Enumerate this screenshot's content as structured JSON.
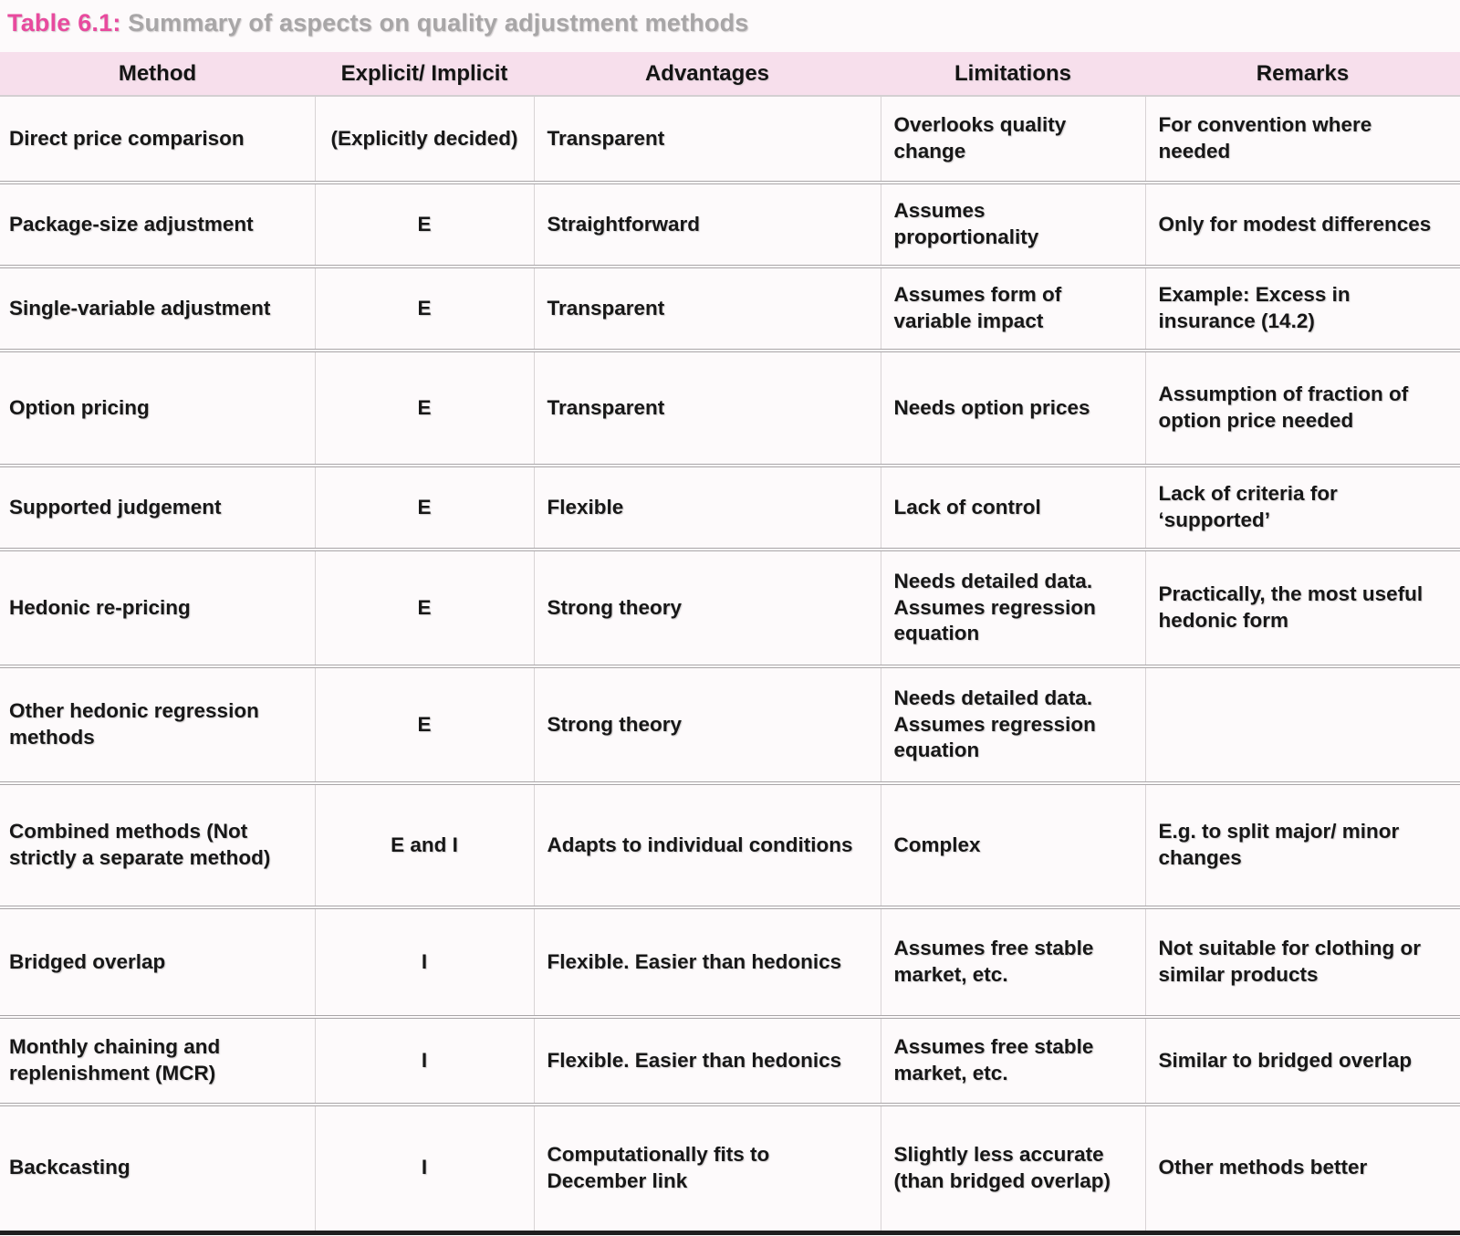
{
  "title": {
    "label": "Table 6.1:",
    "text": " Summary of aspects on quality adjustment methods",
    "label_color": "#e84a9e",
    "text_color": "#a8a6a7"
  },
  "table": {
    "header_bg": "#f7dfec",
    "columns": [
      "Method",
      "Explicit/ Implicit",
      "Advantages",
      "Limitations",
      "Remarks"
    ],
    "rows": [
      {
        "method": "Direct price comparison",
        "explicit": "(Explicitly decided)",
        "advantages": "Transparent",
        "limitations": "Overlooks quality change",
        "remarks": "For convention where needed"
      },
      {
        "method": "Package-size adjustment",
        "explicit": "E",
        "advantages": "Straightforward",
        "limitations": "Assumes proportionality",
        "remarks": "Only for modest differences"
      },
      {
        "method": "Single-variable adjustment",
        "explicit": "E",
        "advantages": "Transparent",
        "limitations": "Assumes form of variable impact",
        "remarks": "Example: Excess in insurance (14.2)"
      },
      {
        "method": "Option pricing",
        "explicit": "E",
        "advantages": "Transparent",
        "limitations": "Needs option prices",
        "remarks": "Assumption of fraction of option price needed"
      },
      {
        "method": "Supported judgement",
        "explicit": "E",
        "advantages": "Flexible",
        "limitations": "Lack of control",
        "remarks": "Lack of criteria for ‘supported’"
      },
      {
        "method": "Hedonic re-pricing",
        "explicit": "E",
        "advantages": "Strong theory",
        "limitations": "Needs detailed data. Assumes regression equation",
        "remarks": "Practically, the most useful hedonic form"
      },
      {
        "method": "Other hedonic regression methods",
        "explicit": "E",
        "advantages": "Strong theory",
        "limitations": "Needs detailed data. Assumes regression equation",
        "remarks": ""
      },
      {
        "method": "Combined methods (Not strictly a separate method)",
        "explicit": "E and I",
        "advantages": "Adapts to individual conditions",
        "limitations": "Complex",
        "remarks": "E.g. to split major/ minor changes"
      },
      {
        "method": "Bridged overlap",
        "explicit": "I",
        "advantages": "Flexible. Easier than hedonics",
        "limitations": "Assumes free stable market, etc.",
        "remarks": "Not suitable for clothing or similar products"
      },
      {
        "method": "Monthly chaining and replenishment (MCR)",
        "explicit": "I",
        "advantages": "Flexible. Easier than hedonics",
        "limitations": "Assumes free stable market, etc.",
        "remarks": "Similar to bridged overlap"
      },
      {
        "method": "Backcasting",
        "explicit": "I",
        "advantages": "Computationally fits to December link",
        "limitations": "Slightly less accurate (than bridged overlap)",
        "remarks": "Other methods better"
      }
    ]
  }
}
